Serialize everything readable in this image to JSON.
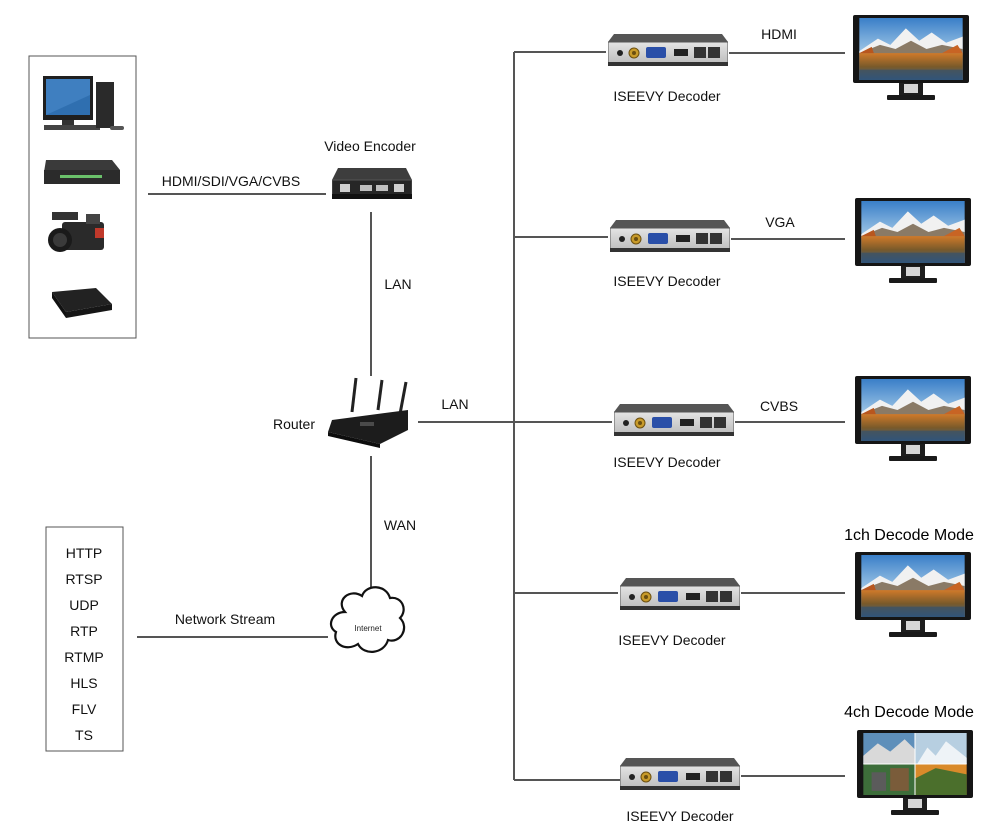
{
  "encoder": {
    "label": "Video Encoder",
    "input_label": "HDMI/SDI/VGA/CVBS"
  },
  "router": {
    "label": "Router",
    "lan_up_label": "LAN",
    "lan_right_label": "LAN",
    "wan_label": "WAN"
  },
  "internet": {
    "label": "Internet",
    "network_label": "Network Stream"
  },
  "protocols": [
    "HTTP",
    "RTSP",
    "UDP",
    "RTP",
    "RTMP",
    "HLS",
    "FLV",
    "TS"
  ],
  "sources": [
    "pc-icon",
    "dvd-player-icon",
    "camcorder-icon",
    "tv-box-icon"
  ],
  "decoders": [
    {
      "label": "ISEEVY Decoder",
      "output": "HDMI"
    },
    {
      "label": "ISEEVY Decoder",
      "output": "VGA"
    },
    {
      "label": "ISEEVY Decoder",
      "output": "CVBS"
    },
    {
      "label": "ISEEVY Decoder",
      "output": ""
    },
    {
      "label": "ISEEVY Decoder",
      "output": ""
    }
  ],
  "modes": {
    "single": "1ch Decode Mode",
    "quad": "4ch Decode Mode"
  }
}
